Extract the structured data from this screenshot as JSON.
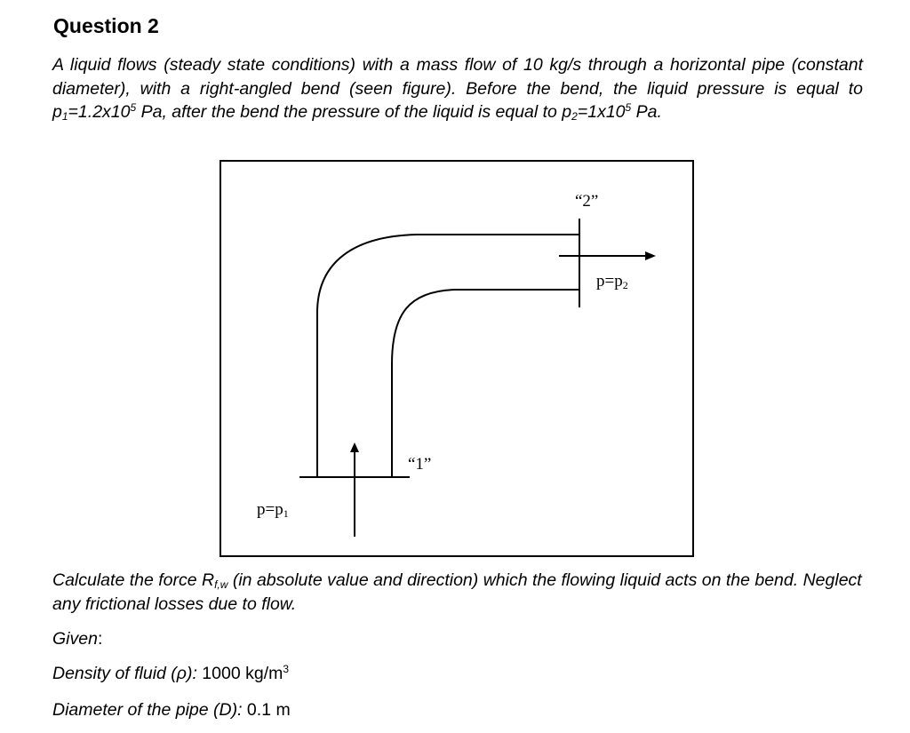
{
  "question": {
    "title": "Question 2",
    "intro_1": "A liquid flows (steady state conditions) with a mass flow of 10 kg/s through a horizontal pipe (constant diameter), with a right-angled bend (seen figure). Before the bend, the liquid pressure is equal to p",
    "p1_sub": "1",
    "intro_2": "=1.2x10",
    "exp_5a": "5",
    "intro_3": " Pa, after the bend the pressure of the liquid is equal to p",
    "p2_sub": "2",
    "intro_4": "=1x10",
    "exp_5b": "5",
    "intro_5": " Pa."
  },
  "figure": {
    "label_2": "“2”",
    "label_1": "“1”",
    "p2_label": "p=p",
    "p2_sub": "2",
    "p1_label": "p=p",
    "p1_sub": "1"
  },
  "task": {
    "text_a": "Calculate the force R",
    "force_sub": "f,w",
    "text_b": " (in absolute value and direction) which the flowing liquid acts on the bend. Neglect any frictional losses due to flow."
  },
  "given": {
    "label": "Given",
    "colon": ":",
    "density_label": "Density of fluid (ρ):",
    "density_value": " 1000 kg/m",
    "density_exp": "3",
    "diameter_label": "Diameter of the pipe (D):",
    "diameter_value": " 0.1 m"
  }
}
